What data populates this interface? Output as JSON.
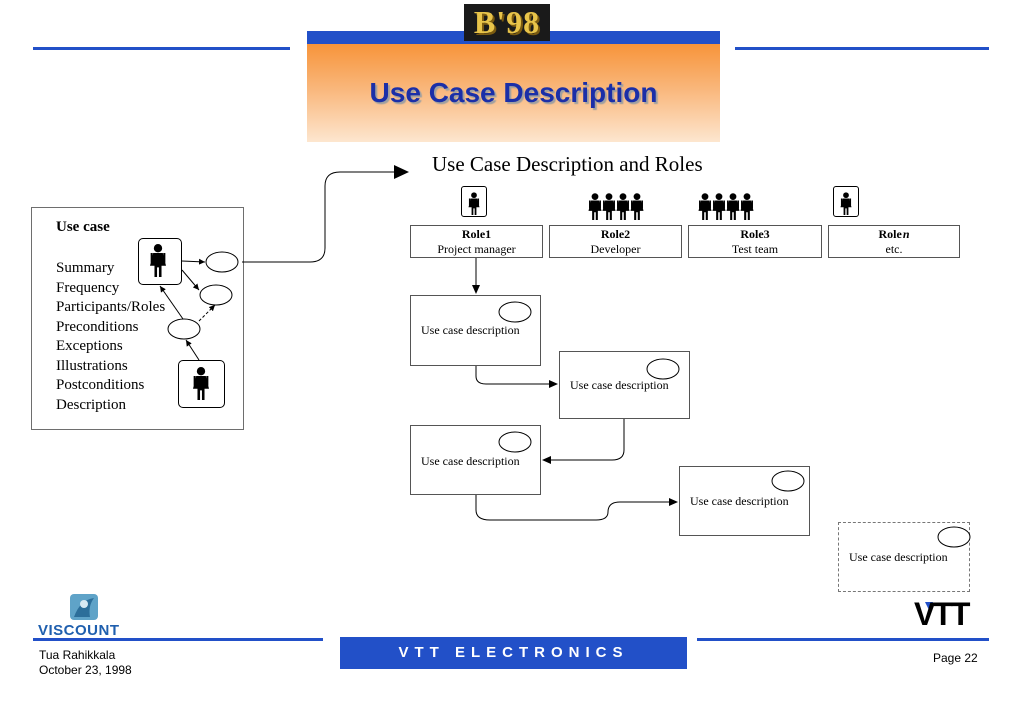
{
  "header": {
    "logo_text": "B'98",
    "title": "Use Case Description"
  },
  "diagram": {
    "title": "Use Case Description and Roles",
    "use_case_panel": {
      "heading": "Use case",
      "items": [
        "Summary",
        "Frequency",
        "Participants/Roles",
        "Preconditions",
        "Exceptions",
        "Illustrations",
        "Postconditions",
        "Description"
      ]
    },
    "roles": [
      {
        "name": "Role1",
        "desc": "Project manager"
      },
      {
        "name": "Role2",
        "desc": "Developer"
      },
      {
        "name": "Role3",
        "desc": "Test team"
      },
      {
        "name": "Role",
        "name_suffix": "n",
        "desc": "etc."
      }
    ],
    "descriptions": [
      "Use case description",
      "Use case description",
      "Use case description",
      "Use case description",
      "Use case description"
    ]
  },
  "footer": {
    "org_logo": "VISCOUNT",
    "company": "VTT ELECTRONICS",
    "author": "Tua Rahikkala",
    "date": "October 23, 1998",
    "page": "Page 22",
    "vtt_logo": "VTT"
  },
  "colors": {
    "accent_blue": "#2250c8",
    "title_text": "#1b2fa8",
    "title_gradient_top": "#f7943a",
    "title_gradient_bottom": "#fde6cf"
  }
}
